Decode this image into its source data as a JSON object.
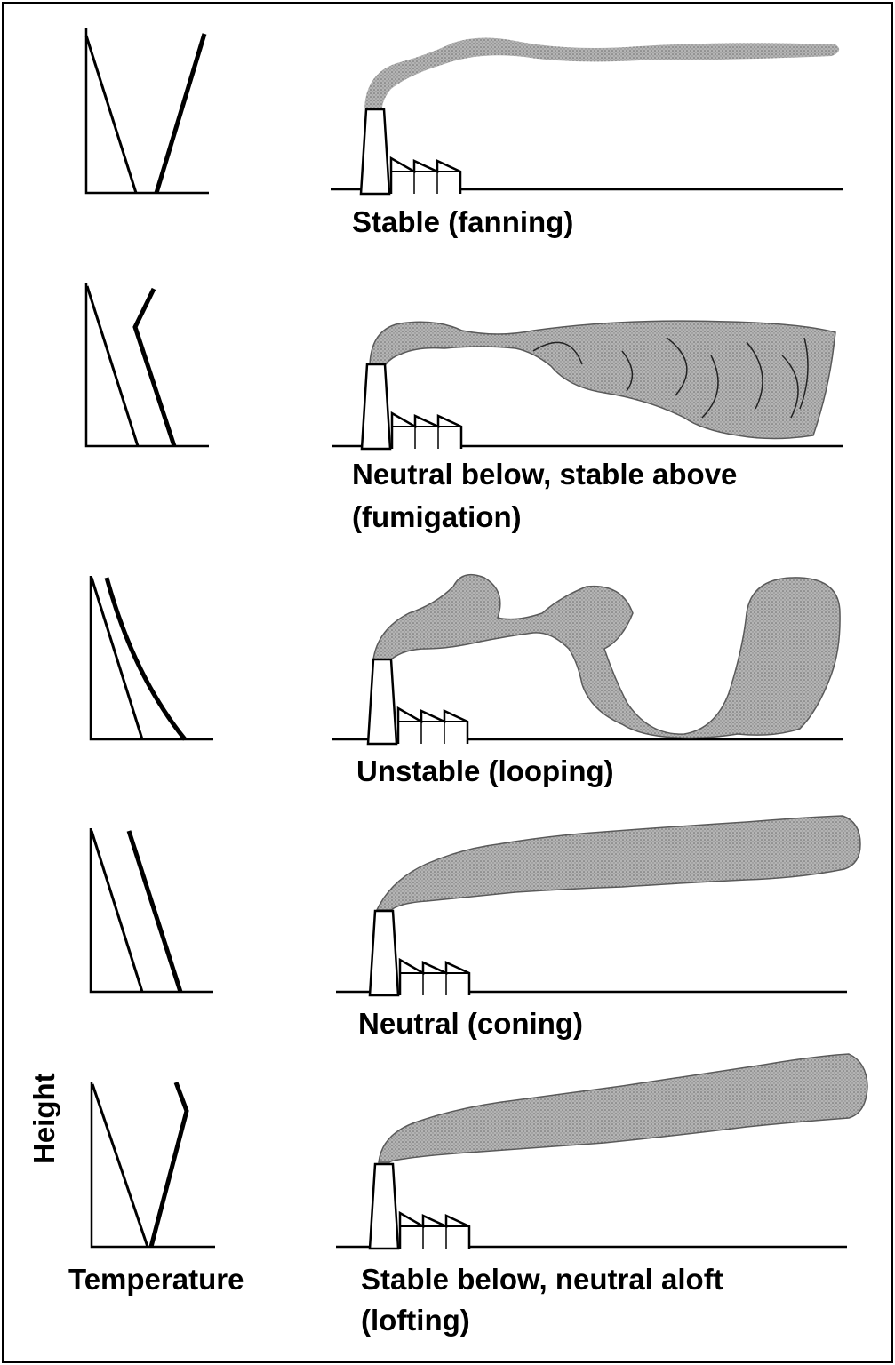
{
  "rows": [
    {
      "label_lines": [
        "Stable (fanning)"
      ]
    },
    {
      "label_lines": [
        "Neutral below, stable above",
        "(fumigation)"
      ]
    },
    {
      "label_lines": [
        "Unstable (looping)"
      ]
    },
    {
      "label_lines": [
        "Neutral (coning)"
      ]
    },
    {
      "label_lines": [
        "Stable below, neutral aloft",
        "(lofting)"
      ]
    }
  ],
  "axes": {
    "y_label": "Height",
    "x_label": "Temperature"
  },
  "colors": {
    "line": "#000000",
    "plume": "#a6a6a6",
    "plume_edge": "#555555",
    "background": "#ffffff"
  }
}
